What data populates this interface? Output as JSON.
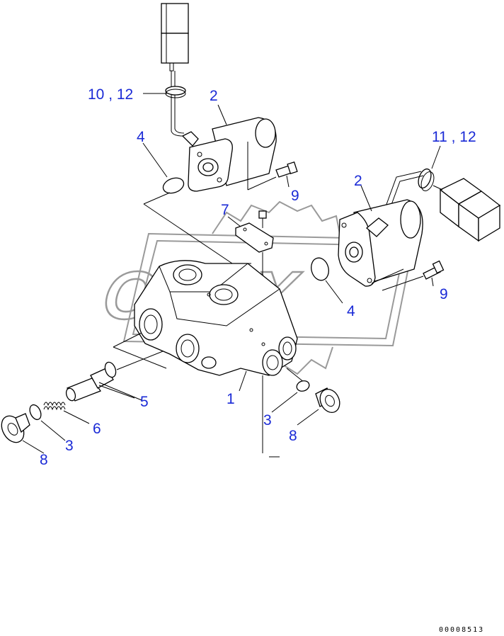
{
  "callouts": {
    "c1": "1",
    "c2a": "2",
    "c2b": "2",
    "c3a": "3",
    "c3b": "3",
    "c4a": "4",
    "c4b": "4",
    "c5": "5",
    "c6": "6",
    "c7": "7",
    "c8a": "8",
    "c8b": "8",
    "c9a": "9",
    "c9b": "9",
    "c10_12": "10 , 12",
    "c11_12": "11 , 12"
  },
  "watermark": "OREX",
  "document_number": "00008513",
  "colors": {
    "callout": "#1a2ad6",
    "line": "#000000",
    "watermark": "#9a9a9a"
  }
}
